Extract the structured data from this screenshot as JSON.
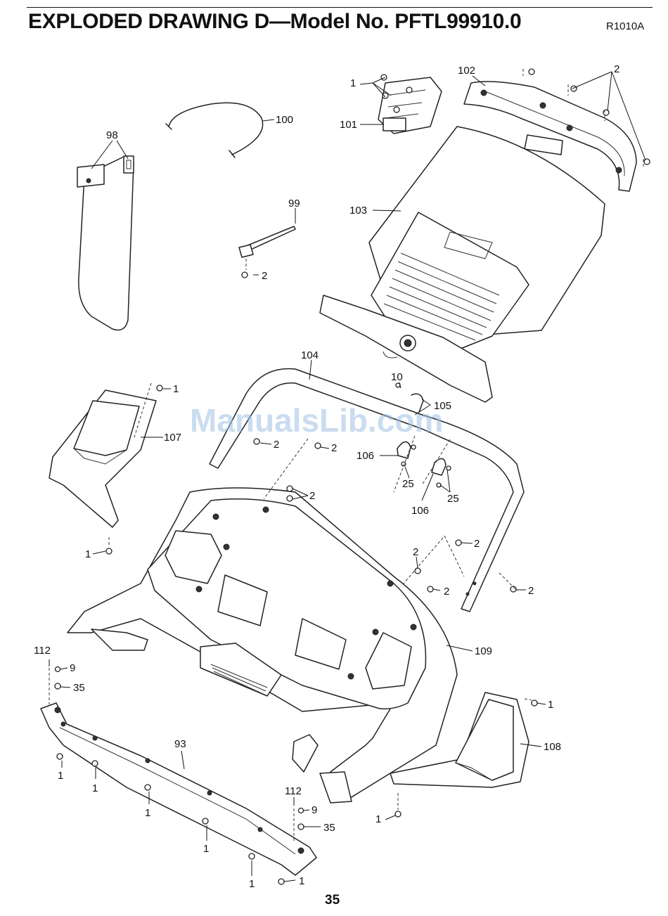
{
  "header": {
    "title": "EXPLODED DRAWING D—Model No. PFTL99910.0",
    "code": "R1010A"
  },
  "watermark": "ManualsLib.com",
  "page_number": "35",
  "callouts": {
    "c1_101": "1",
    "c101": "101",
    "c102": "102",
    "c2_top": "2",
    "c100": "100",
    "c98": "98",
    "c99": "99",
    "c2_99": "2",
    "c103": "103",
    "c104": "104",
    "c10": "10",
    "c105": "105",
    "c1_107": "1",
    "c107": "107",
    "c2_a": "2",
    "c2_b": "2",
    "c106_l": "106",
    "c25_l": "25",
    "c106_r": "106",
    "c25_r": "25",
    "c2_c": "2",
    "c1_107b": "1",
    "c2_d": "2",
    "c2_e": "2",
    "c2_f": "2",
    "c2_g": "2",
    "c112_l": "112",
    "c9_l": "9",
    "c35_l": "35",
    "c109": "109",
    "c1_108": "1",
    "c108": "108",
    "c93": "93",
    "c1_l1": "1",
    "c1_l2": "1",
    "c1_l3": "1",
    "c112_r": "112",
    "c9_r": "9",
    "c35_r": "35",
    "c1_108b": "1",
    "c1_l4": "1",
    "c1_l5": "1",
    "c1_l6": "1"
  }
}
